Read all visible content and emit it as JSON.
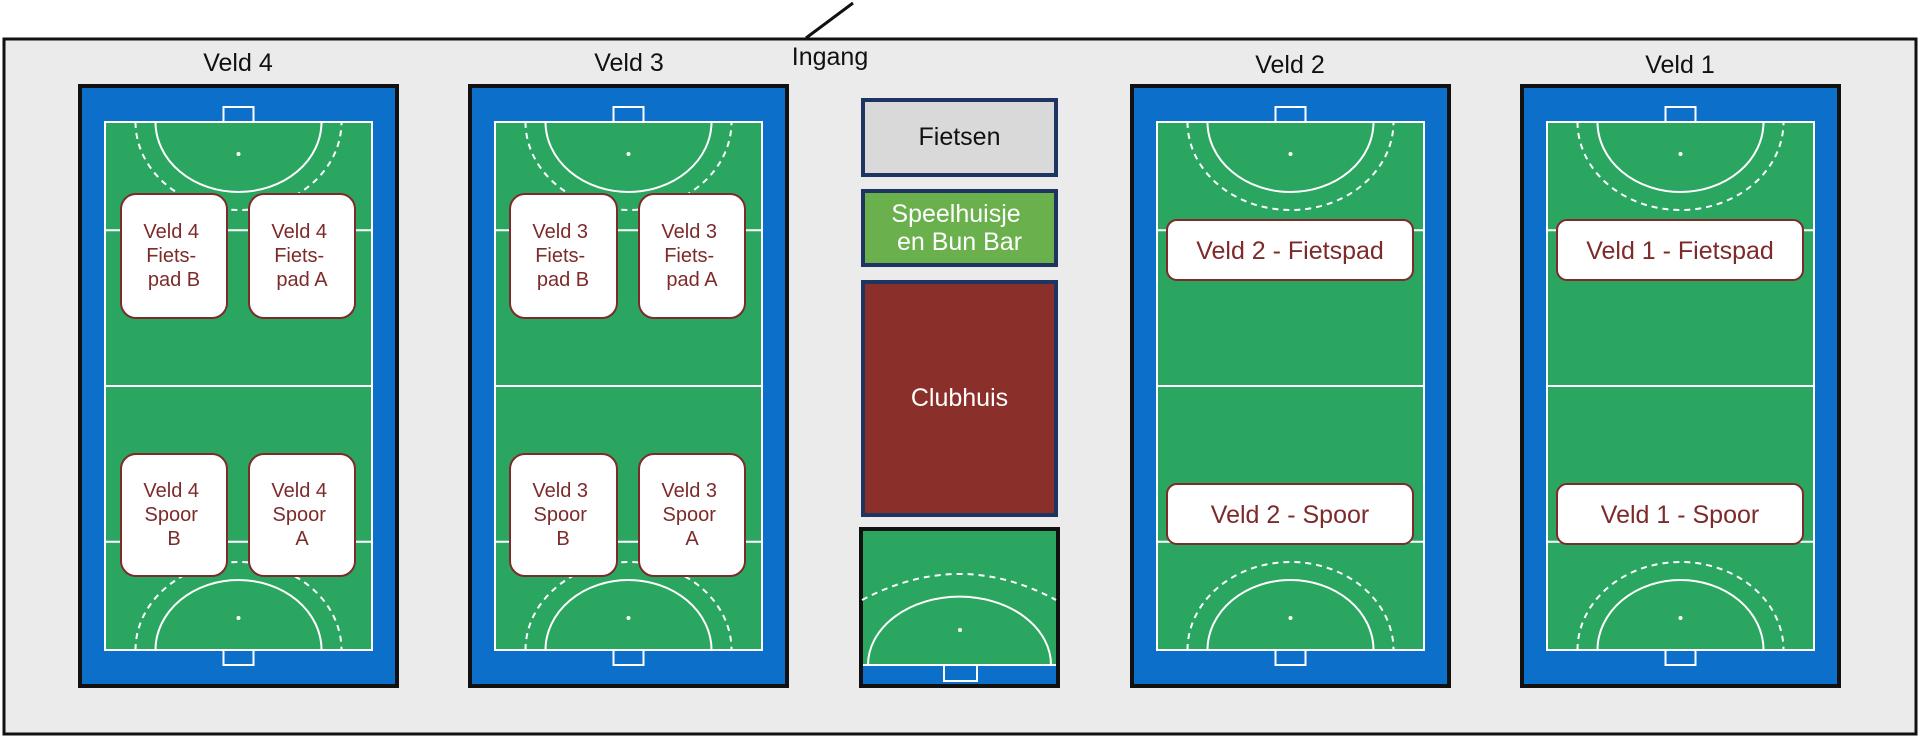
{
  "entrance": {
    "label": "Ingang"
  },
  "fields": [
    {
      "id": "veld4",
      "title": "Veld 4",
      "zones": [
        {
          "lines": [
            "Veld 4",
            "Fiets-",
            "pad B"
          ]
        },
        {
          "lines": [
            "Veld 4",
            "Fiets-",
            "pad A"
          ]
        },
        {
          "lines": [
            "Veld 4",
            "Spoor",
            "B"
          ]
        },
        {
          "lines": [
            "Veld 4",
            "Spoor",
            "A"
          ]
        }
      ]
    },
    {
      "id": "veld3",
      "title": "Veld 3",
      "zones": [
        {
          "lines": [
            "Veld 3",
            "Fiets-",
            "pad B"
          ]
        },
        {
          "lines": [
            "Veld 3",
            "Fiets-",
            "pad A"
          ]
        },
        {
          "lines": [
            "Veld 3",
            "Spoor",
            "B"
          ]
        },
        {
          "lines": [
            "Veld 3",
            "Spoor",
            "A"
          ]
        }
      ]
    },
    {
      "id": "veld2",
      "title": "Veld 2",
      "zones": [
        {
          "lines": [
            "Veld 2 - Fietspad"
          ]
        },
        {
          "lines": [
            "Veld 2 - Spoor"
          ]
        }
      ]
    },
    {
      "id": "veld1",
      "title": "Veld 1",
      "zones": [
        {
          "lines": [
            "Veld 1 - Fietspad"
          ]
        },
        {
          "lines": [
            "Veld 1 - Spoor"
          ]
        }
      ]
    }
  ],
  "buildings": [
    {
      "id": "fietsen",
      "lines": [
        "Fietsen"
      ]
    },
    {
      "id": "speelhuisje",
      "lines": [
        "Speelhuisje",
        "en Bun Bar"
      ]
    },
    {
      "id": "clubhuis",
      "lines": [
        "Clubhuis"
      ]
    }
  ],
  "colors": {
    "pitch": "#2aa660",
    "surround": "#0c6fc9",
    "lines": "#ffffff",
    "zone_text": "#7d2a2a",
    "fietsen_fill": "#d9d9d9",
    "speelhuisje_fill": "#6ab04c",
    "clubhuis_fill": "#8b2f2b",
    "building_border": "#1f3460",
    "terrain": "#ebebeb"
  }
}
